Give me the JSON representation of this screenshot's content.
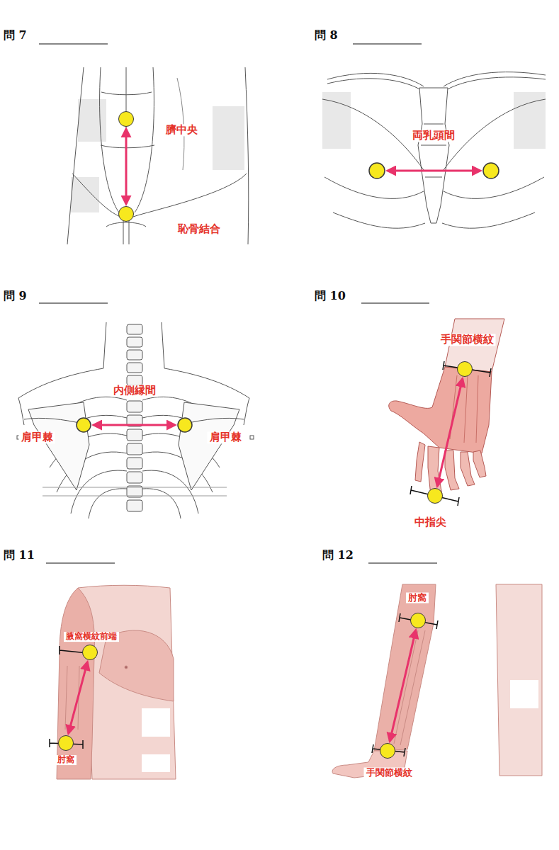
{
  "diagram": {
    "nodes": [
      {
        "text": [
          "臍中央"
        ]
      },
      {
        "text": [
          "恥骨結合"
        ]
      },
      {
        "text": [
          "手関節横紋"
        ]
      },
      {
        "text": [
          "中指尖"
        ]
      },
      {
        "text": [
          "腋窩横紋前端"
        ]
      },
      {
        "text": [
          "肘窩"
        ]
      },
      {
        "text": [
          "肘窩"
        ]
      },
      {
        "text": [
          "手関節横紋"
        ]
      }
    ],
    "edges": [
      {
        "from": 0,
        "to": 1,
        "arrow": "both"
      },
      {
        "from": 2,
        "to": 3,
        "arrow": "both"
      },
      {
        "from": 4,
        "to": 5,
        "arrow": "both"
      },
      {
        "from": 6,
        "to": 7,
        "arrow": "both"
      }
    ],
    "labels": [
      "問 7",
      "問 8",
      "両乳頭間",
      "問 9",
      "問 10",
      "内側縁間",
      "肩甲棘",
      "肩甲棘",
      "問 11",
      "問 12"
    ]
  }
}
